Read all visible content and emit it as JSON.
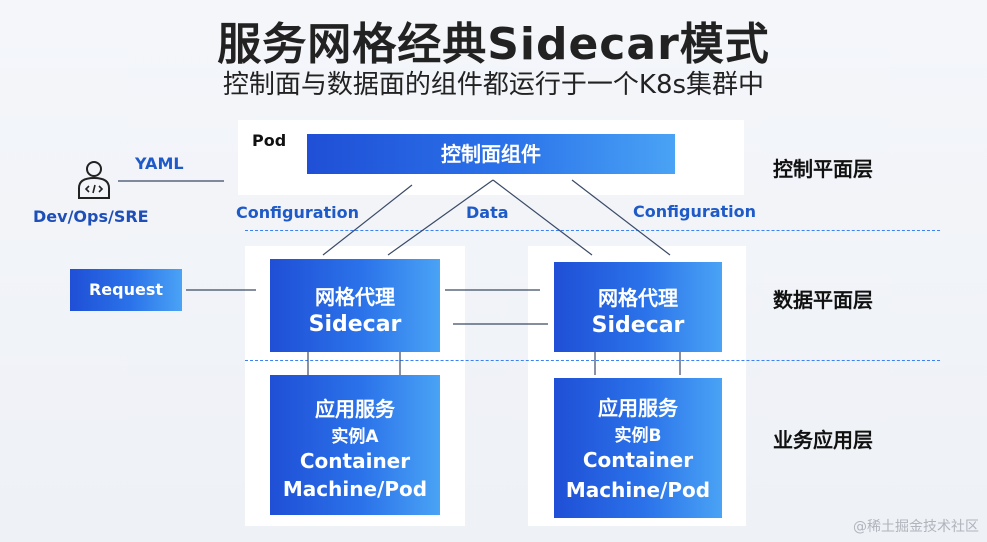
{
  "title": "服务网格经典Sidecar模式",
  "subtitle": "控制面与数据面的组件都运行于一个K8s集群中",
  "pod_label": "Pod",
  "control_component": "控制面组件",
  "user": {
    "icon": "developer-icon",
    "label": "Dev/Ops/SRE"
  },
  "yaml_label": "YAML",
  "request_label": "Request",
  "edge_labels": {
    "configuration_left": "Configuration",
    "data": "Data",
    "configuration_right": "Configuration"
  },
  "layers": {
    "control": "控制平面层",
    "data": "数据平面层",
    "business": "业务应用层"
  },
  "sidecar_left": {
    "line1": "网格代理",
    "line2": "Sidecar"
  },
  "sidecar_right": {
    "line1": "网格代理",
    "line2": "Sidecar"
  },
  "app_left": {
    "line1": "应用服务",
    "line2": "实例A",
    "line3": "Container",
    "line4": "Machine/Pod"
  },
  "app_right": {
    "line1": "应用服务",
    "line2": "实例B",
    "line3": "Container",
    "line4": "Machine/Pod"
  },
  "watermark": "@稀土掘金技术社区"
}
